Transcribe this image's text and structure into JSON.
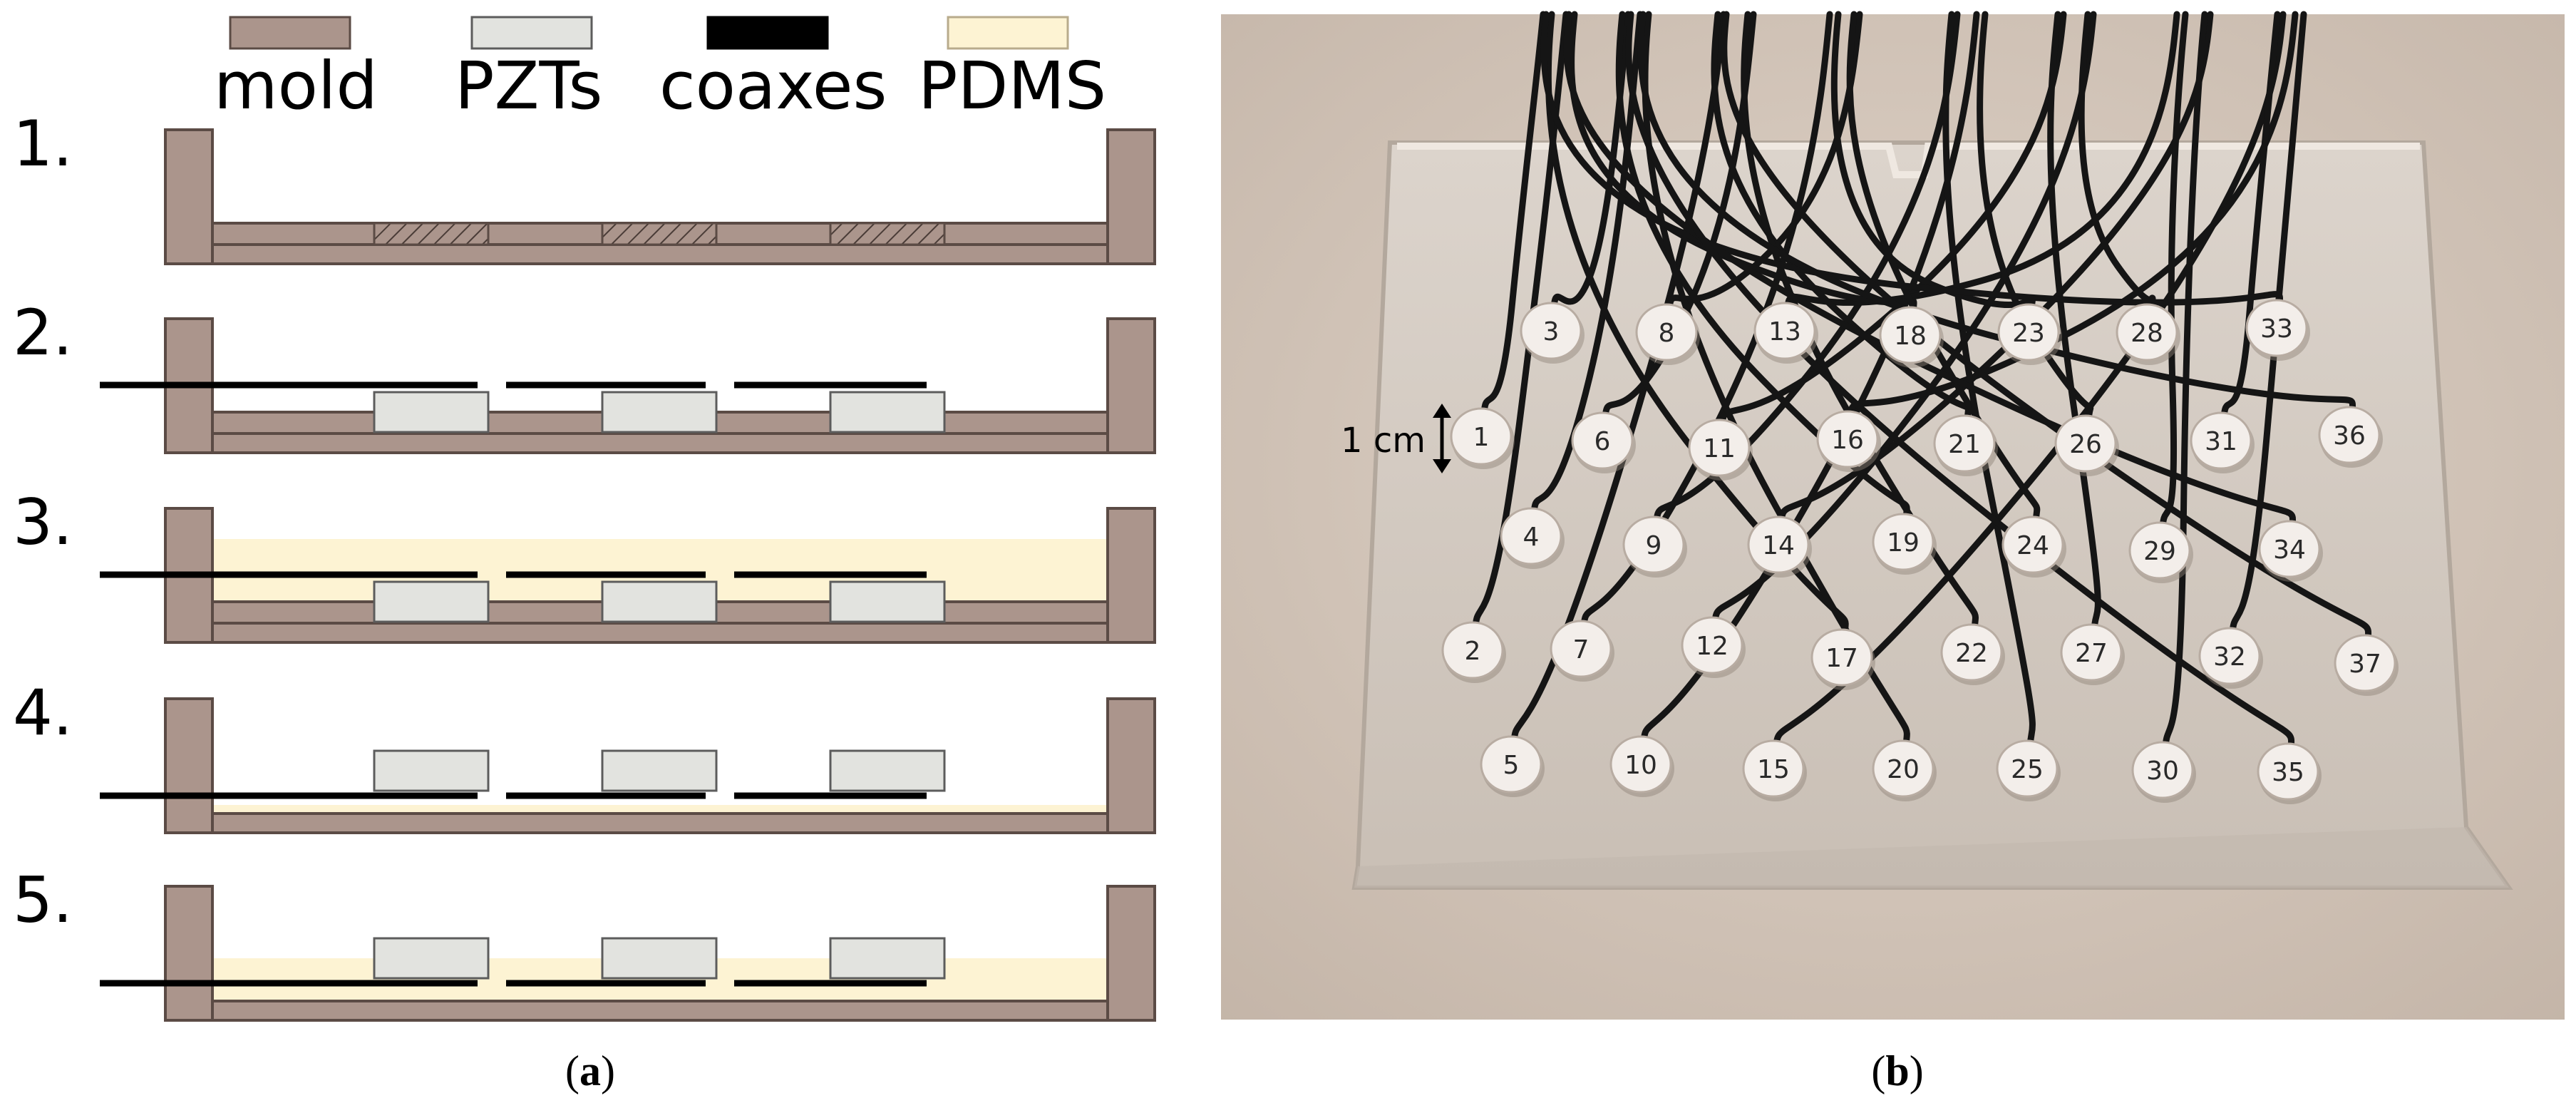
{
  "colors": {
    "mold": "#ab958c",
    "mold_stroke": "#5b4b45",
    "pzt": "#e2e3df",
    "pzt_stroke": "#5c5c5c",
    "coax": "#000000",
    "pdms": "#fdf3d3",
    "photo_bg": "#d8cbbf",
    "plate": "#d3cac1",
    "disc": "#f3eeea"
  },
  "legend": [
    {
      "label": "mold",
      "kind": "mold"
    },
    {
      "label": "PZTs",
      "kind": "pzt"
    },
    {
      "label": "coaxes",
      "kind": "coax"
    },
    {
      "label": "PDMS",
      "kind": "pdms"
    }
  ],
  "steps": [
    {
      "label": "1.",
      "state": "mold-with-recesses"
    },
    {
      "label": "2.",
      "state": "pzts-and-coaxes-placed"
    },
    {
      "label": "3.",
      "state": "pdms-poured"
    },
    {
      "label": "4.",
      "state": "demolded-and-flipped"
    },
    {
      "label": "5.",
      "state": "second-pdms-layer"
    }
  ],
  "captions": {
    "a": {
      "open": "(",
      "letter": "a",
      "close": ")"
    },
    "b": {
      "open": "(",
      "letter": "b",
      "close": ")"
    }
  },
  "photo": {
    "scale_label": "1 cm",
    "elements": [
      "1",
      "2",
      "3",
      "4",
      "5",
      "6",
      "7",
      "8",
      "9",
      "10",
      "11",
      "12",
      "13",
      "14",
      "15",
      "16",
      "17",
      "18",
      "19",
      "20",
      "21",
      "22",
      "23",
      "24",
      "25",
      "26",
      "27",
      "28",
      "29",
      "30",
      "31",
      "32",
      "33",
      "34",
      "35",
      "36",
      "37"
    ]
  }
}
